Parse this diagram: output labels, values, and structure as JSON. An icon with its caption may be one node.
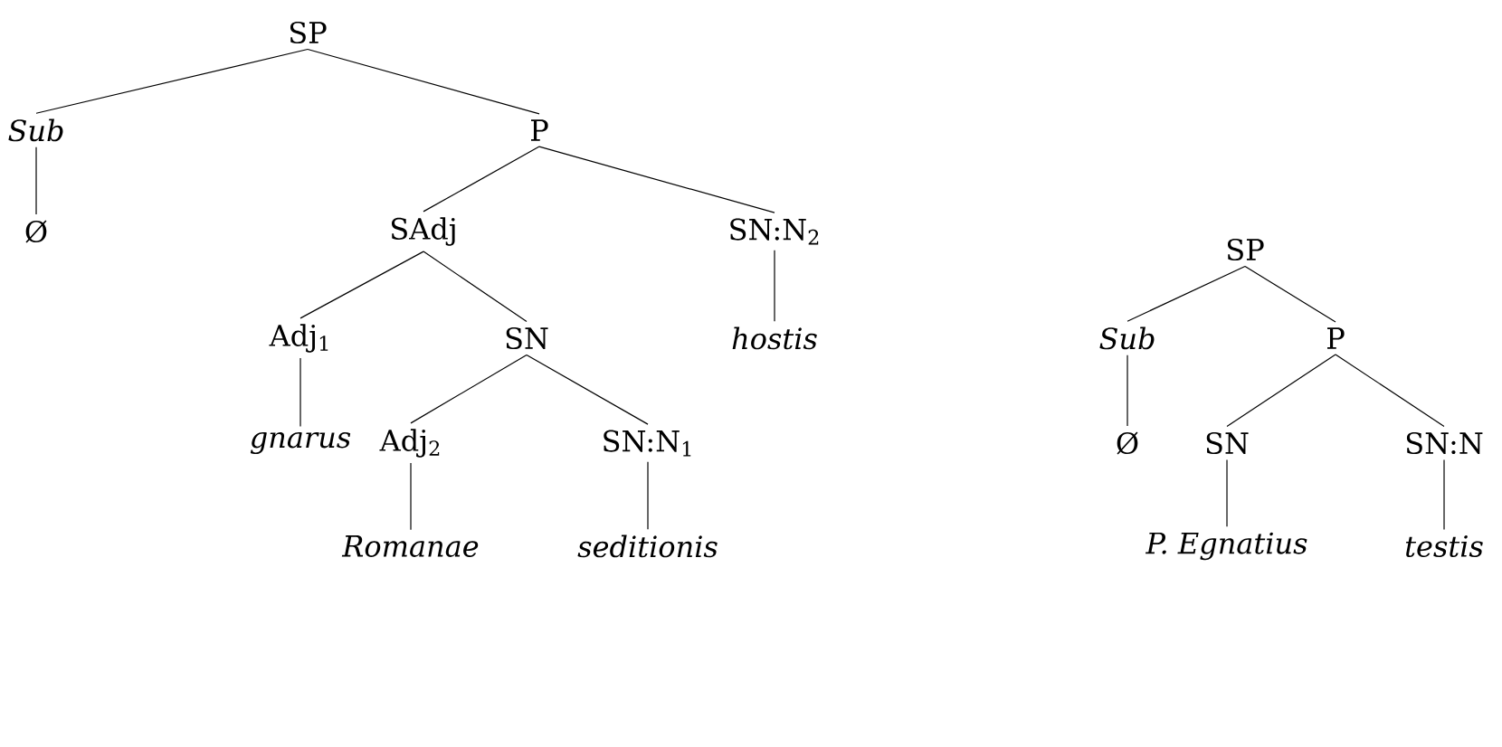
{
  "diagram": {
    "nodes": [
      {
        "text": [
          "SP"
        ]
      },
      {
        "text": [
          "Sub"
        ]
      },
      {
        "text": [
          "P"
        ]
      },
      {
        "text": [
          "Ø"
        ]
      },
      {
        "text": [
          "SAdj"
        ]
      },
      {
        "text": [
          "SN:N$_{2}$"
        ]
      },
      {
        "text": [
          "Adj$_{1}$"
        ]
      },
      {
        "text": [
          "SN"
        ]
      },
      {
        "text": [
          "hostis"
        ]
      },
      {
        "text": [
          "gnarus"
        ]
      },
      {
        "text": [
          "Adj$_{2}$"
        ]
      },
      {
        "text": [
          "SN:N$_{1}$"
        ]
      },
      {
        "text": [
          "Romanae"
        ]
      },
      {
        "text": [
          "seditionis"
        ]
      },
      {
        "text": [
          "SP"
        ]
      },
      {
        "text": [
          "Sub"
        ]
      },
      {
        "text": [
          "P"
        ]
      },
      {
        "text": [
          "Ø"
        ]
      },
      {
        "text": [
          "SN"
        ]
      },
      {
        "text": [
          "SN:N"
        ]
      },
      {
        "text": [
          "P. Egnatius"
        ]
      },
      {
        "text": [
          "testis"
        ]
      }
    ],
    "edges": [
      {
        "from": 0,
        "to": 1,
        "arrow": "none"
      },
      {
        "from": 0,
        "to": 2,
        "arrow": "none"
      },
      {
        "from": 1,
        "to": 3,
        "arrow": "none"
      },
      {
        "from": 2,
        "to": 4,
        "arrow": "none"
      },
      {
        "from": 2,
        "to": 5,
        "arrow": "none"
      },
      {
        "from": 4,
        "to": 6,
        "arrow": "none"
      },
      {
        "from": 4,
        "to": 7,
        "arrow": "none"
      },
      {
        "from": 5,
        "to": 8,
        "arrow": "none"
      },
      {
        "from": 6,
        "to": 9,
        "arrow": "none"
      },
      {
        "from": 7,
        "to": 10,
        "arrow": "none"
      },
      {
        "from": 7,
        "to": 11,
        "arrow": "none"
      },
      {
        "from": 10,
        "to": 12,
        "arrow": "none"
      },
      {
        "from": 11,
        "to": 13,
        "arrow": "none"
      },
      {
        "from": 14,
        "to": 15,
        "arrow": "none"
      },
      {
        "from": 14,
        "to": 16,
        "arrow": "none"
      },
      {
        "from": 15,
        "to": 17,
        "arrow": "none"
      },
      {
        "from": 16,
        "to": 18,
        "arrow": "none"
      },
      {
        "from": 16,
        "to": 19,
        "arrow": "none"
      },
      {
        "from": 18,
        "to": 20,
        "arrow": "none"
      },
      {
        "from": 19,
        "to": 21,
        "arrow": "none"
      }
    ]
  }
}
